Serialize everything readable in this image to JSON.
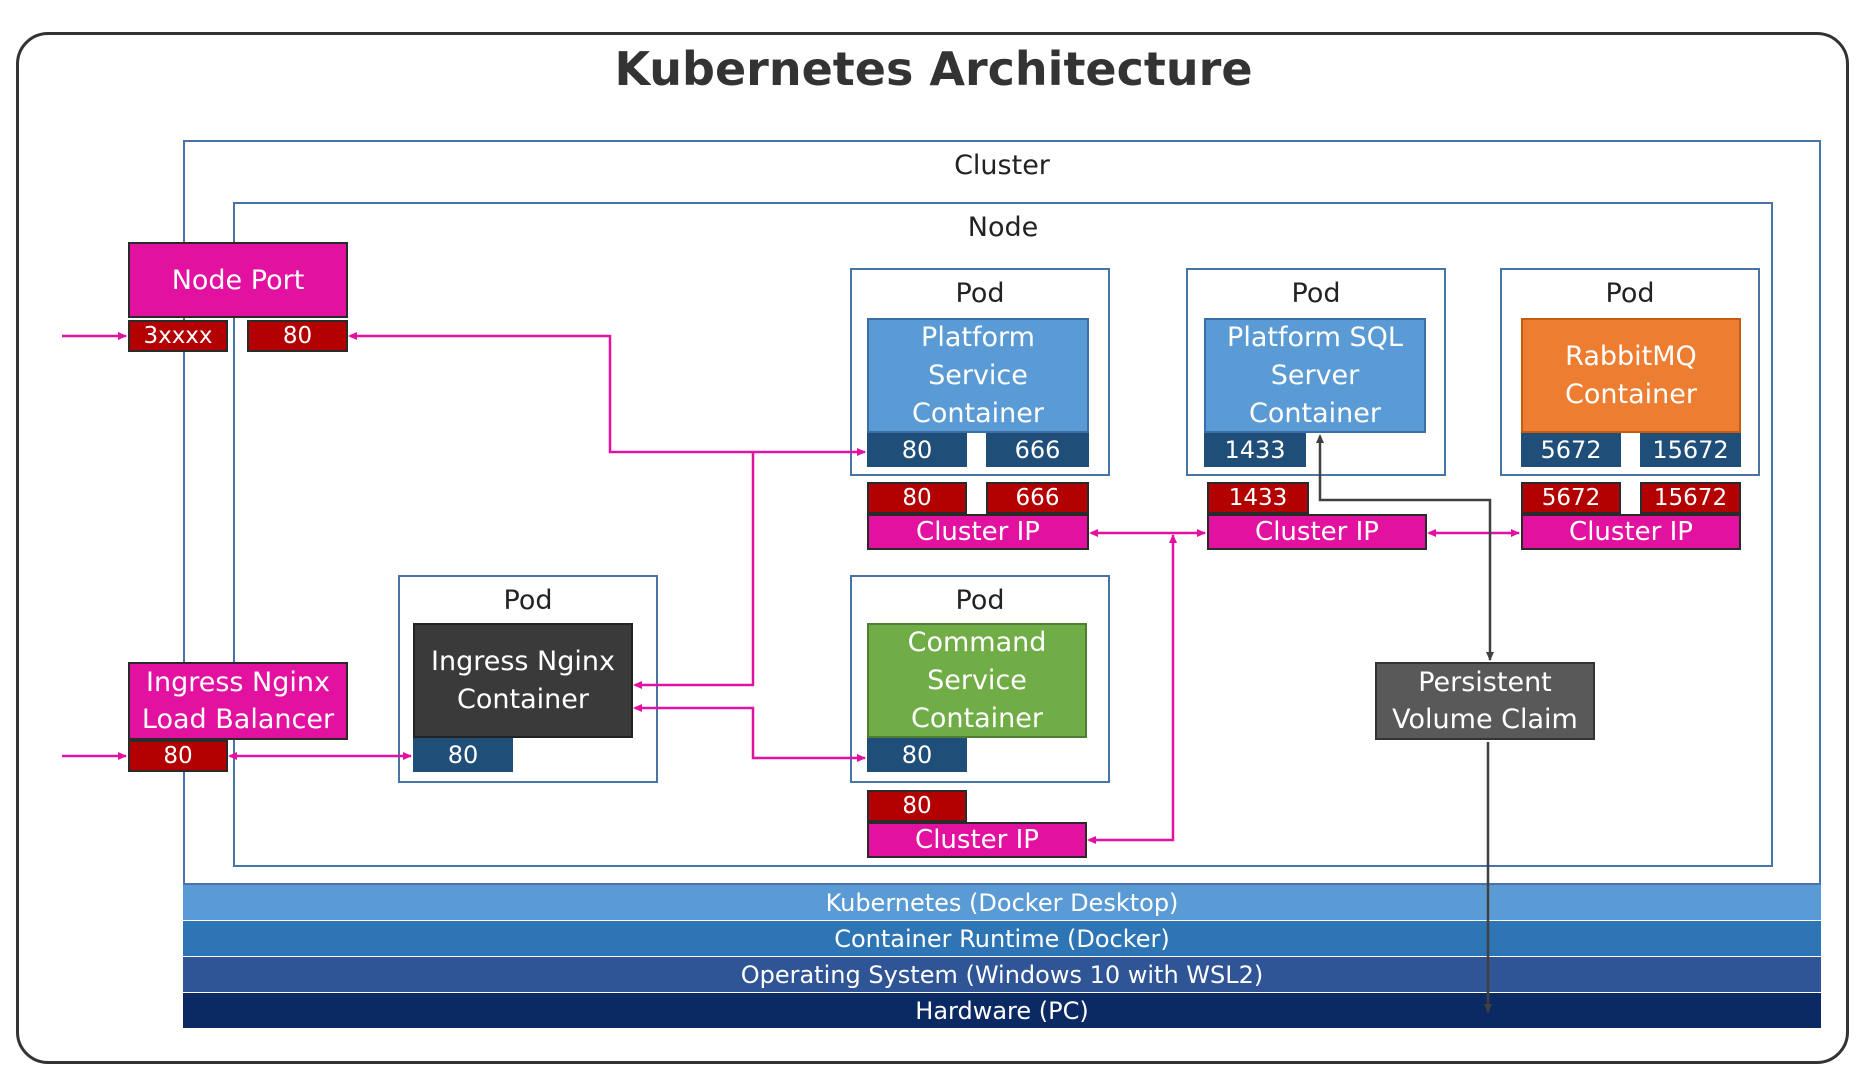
{
  "title": "Kubernetes Architecture",
  "cluster": {
    "label": "Cluster"
  },
  "node": {
    "label": "Node"
  },
  "node_port": {
    "label": "Node Port",
    "port_external": "3xxxx",
    "port_internal": "80"
  },
  "ingress_lb": {
    "label": "Ingress Nginx\nLoad Balancer",
    "port": "80"
  },
  "pods": {
    "platform": {
      "label": "Pod",
      "container": "Platform\nService\nContainer",
      "ports": [
        "80",
        "666"
      ],
      "svc_ports": [
        "80",
        "666"
      ],
      "svc": "Cluster IP"
    },
    "sql": {
      "label": "Pod",
      "container": "Platform SQL\nServer\nContainer",
      "ports": [
        "1433"
      ],
      "svc_ports": [
        "1433"
      ],
      "svc": "Cluster IP"
    },
    "rabbit": {
      "label": "Pod",
      "container": "RabbitMQ\nContainer",
      "ports": [
        "5672",
        "15672"
      ],
      "svc_ports": [
        "5672",
        "15672"
      ],
      "svc": "Cluster IP"
    },
    "ingress": {
      "label": "Pod",
      "container": "Ingress Nginx\nContainer",
      "ports": [
        "80"
      ]
    },
    "command": {
      "label": "Pod",
      "container": "Command\nService\nContainer",
      "ports": [
        "80"
      ],
      "svc_ports": [
        "80"
      ],
      "svc": "Cluster IP"
    }
  },
  "pvc": {
    "label": "Persistent\nVolume Claim"
  },
  "layers": [
    {
      "label": "Kubernetes (Docker Desktop)",
      "color": "#5b9bd5"
    },
    {
      "label": "Container Runtime (Docker)",
      "color": "#2e75b6"
    },
    {
      "label": "Operating System (Windows 10 with WSL2)",
      "color": "#2f5597"
    },
    {
      "label": "Hardware (PC)",
      "color": "#0b2a63"
    }
  ],
  "colors": {
    "container_blue": "#5b9bd5",
    "container_orange": "#ed7d31",
    "container_green": "#70ad47",
    "container_dark": "#3a3a3a",
    "pvc_gray": "#595959",
    "link_magenta": "#e3119f",
    "port_red": "#b30000",
    "port_navy": "#1f4e79"
  }
}
